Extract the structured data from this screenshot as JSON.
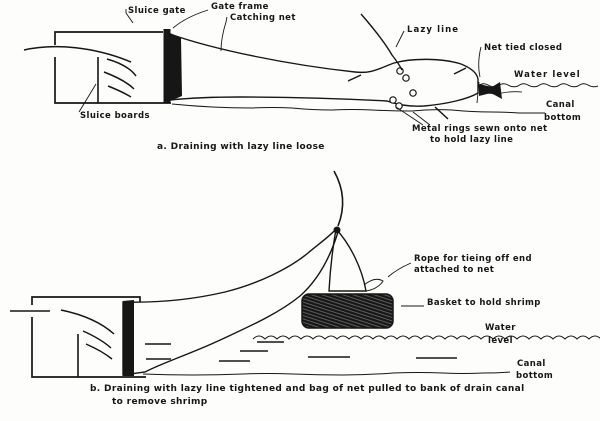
{
  "colors": {
    "ink": "#161616",
    "paper": "#fdfdfb"
  },
  "panel_a": {
    "caption": "a.  Draining  with lazy  line  loose",
    "labels": {
      "sluice_gate": "Sluice gate",
      "gate_frame": "Gate frame",
      "catching_net": "Catching net",
      "sluice_boards": "Sluice boards",
      "lazy_line": "Lazy  line",
      "net_tied_closed": "Net tied closed",
      "water_level": "Water level",
      "canal": "Canal",
      "bottom": "bottom",
      "metal_rings_line1": "Metal rings  sewn  onto  net",
      "metal_rings_line2": "to hold  lazy  line"
    }
  },
  "panel_b": {
    "caption_line1": "b.  Draining  with lazy line  tightened  and bag  of  net  pulled to bank  of  drain canal",
    "caption_line2": "to remove  shrimp",
    "labels": {
      "rope_line1": "Rope for  tieing  off  end",
      "rope_line2": "attached   to net",
      "basket": "Basket  to hold  shrimp",
      "water": "Water",
      "level": "level",
      "canal": "Canal",
      "bottom": "bottom"
    }
  }
}
